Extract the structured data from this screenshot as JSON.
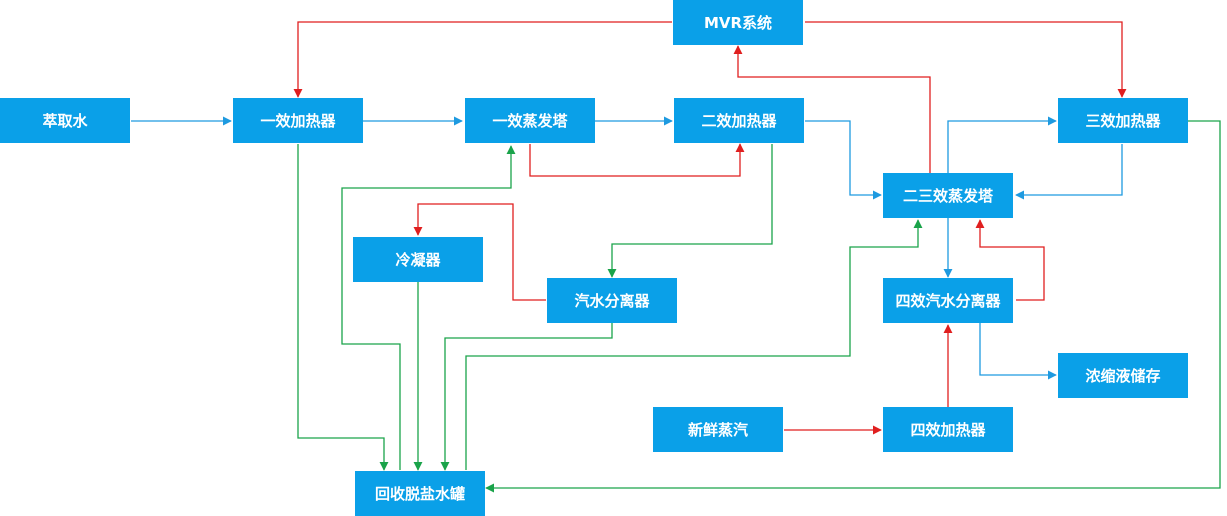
{
  "nodes": {
    "mvr": "MVR系统",
    "extract_water": "萃取水",
    "heater1": "一效加热器",
    "evap1": "一效蒸发塔",
    "heater2": "二效加热器",
    "evap23": "二三效蒸发塔",
    "heater3": "三效加热器",
    "condenser": "冷凝器",
    "separator": "汽水分离器",
    "separator4": "四效汽水分离器",
    "concentrate": "浓缩液储存",
    "fresh_steam": "新鲜蒸汽",
    "heater4": "四效加热器",
    "tank": "回收脱盐水罐"
  },
  "colors": {
    "node_fill": "#0aa0e8",
    "node_text": "#ffffff",
    "flow_blue": "#1e9ae0",
    "flow_red": "#e01f1f",
    "flow_green": "#1aa34a"
  }
}
